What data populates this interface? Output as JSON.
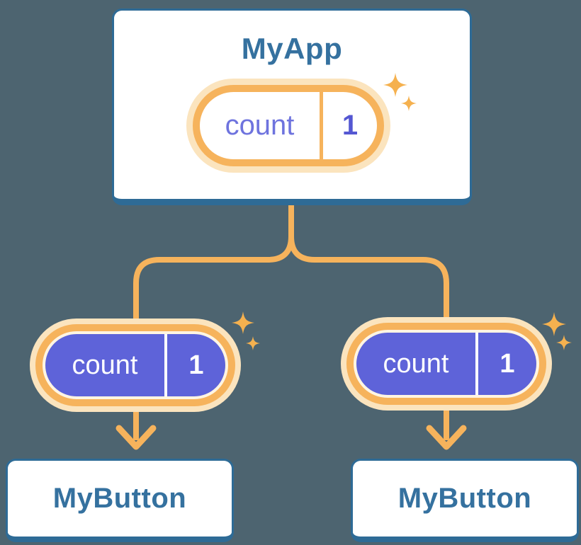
{
  "diagram": {
    "description": "component state tree",
    "root_component": {
      "title": "MyApp",
      "state": {
        "name": "count",
        "value": "1"
      }
    },
    "child_components": [
      {
        "title": "MyButton",
        "state": {
          "name": "count",
          "value": "1"
        }
      },
      {
        "title": "MyButton",
        "state": {
          "name": "count",
          "value": "1"
        }
      }
    ],
    "colors": {
      "background": "#4D6470",
      "card_background": "#FFFFFF",
      "card_border_blue": "#2E6B96",
      "heading_text_blue": "#35719F",
      "connector_orange": "#F6B35C",
      "glow_pale_orange": "#FBE4BE",
      "pill_purple": "#5E63D9",
      "pill_cream_gap": "#FFF5E3",
      "state_key_purple_text": "#6E73DE",
      "state_value_purple_text": "#5457D2",
      "pill_text_white": "#FFFFFF",
      "sparkle_orange": "#F5B14F"
    },
    "icons": {
      "sparkle": "sparkle-icon",
      "arrow": "arrow-down-chevron"
    }
  }
}
